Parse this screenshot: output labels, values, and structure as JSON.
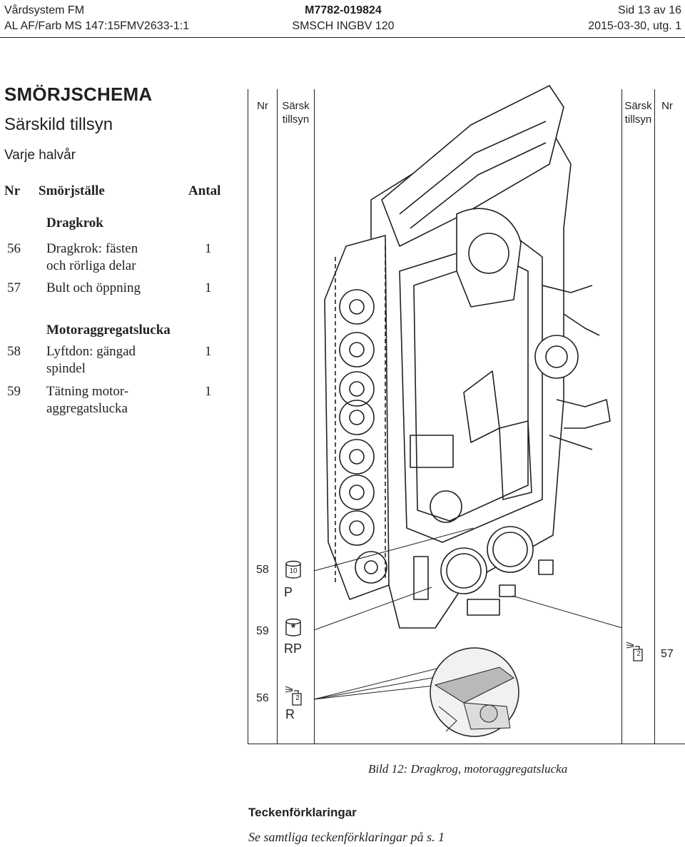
{
  "header": {
    "left_line1": "Vårdsystem FM",
    "left_line2": "AL AF/Farb MS 147:15FMV2633-1:1",
    "center_line1": "M7782-019824",
    "center_line2": "SMSCH INGBV 120",
    "right_line1": "Sid 13 av 16",
    "right_line2": "2015-03-30, utg. 1"
  },
  "schema": {
    "title": "SMÖRJSCHEMA",
    "subtitle": "Särskild tillsyn",
    "interval": "Varje halvår"
  },
  "table": {
    "headers": {
      "nr": "Nr",
      "place": "Smörjställe",
      "count": "Antal"
    },
    "sections": [
      {
        "heading": "Dragkrok",
        "rows": [
          {
            "nr": "56",
            "place_l1": "Dragkrok: fästen",
            "place_l2": "och rörliga delar",
            "count": "1"
          },
          {
            "nr": "57",
            "place_l1": "Bult och öppning",
            "place_l2": "",
            "count": "1"
          }
        ]
      },
      {
        "heading": "Motoraggregatslucka",
        "rows": [
          {
            "nr": "58",
            "place_l1": "Lyftdon: gängad",
            "place_l2": "spindel",
            "count": "1"
          },
          {
            "nr": "59",
            "place_l1": "Tätning motor-",
            "place_l2": "aggregatslucka",
            "count": "1"
          }
        ]
      }
    ]
  },
  "figure": {
    "left_cols": {
      "nr": "Nr",
      "sarsk_l1": "Särsk",
      "sarsk_l2": "tillsyn"
    },
    "right_cols": {
      "nr": "Nr",
      "sarsk_l1": "Särsk",
      "sarsk_l2": "tillsyn"
    },
    "markers": [
      {
        "nr": "58",
        "symbol": "oil-can-icon",
        "can_number": "10",
        "label": "P"
      },
      {
        "nr": "59",
        "symbol": "grease-can-icon",
        "can_number": "*",
        "label": "RP"
      },
      {
        "nr": "56",
        "symbol": "spray-can-icon",
        "can_number": "2",
        "label": "R"
      },
      {
        "nr": "57",
        "symbol": "spray-can-icon",
        "can_number": "2",
        "label": ""
      }
    ],
    "caption": "Bild 12: Dragkrog, motoraggregatslucka"
  },
  "legend": {
    "title": "Teckenförklaringar",
    "text": "Se samtliga teckenförklaringar på s. 1"
  }
}
